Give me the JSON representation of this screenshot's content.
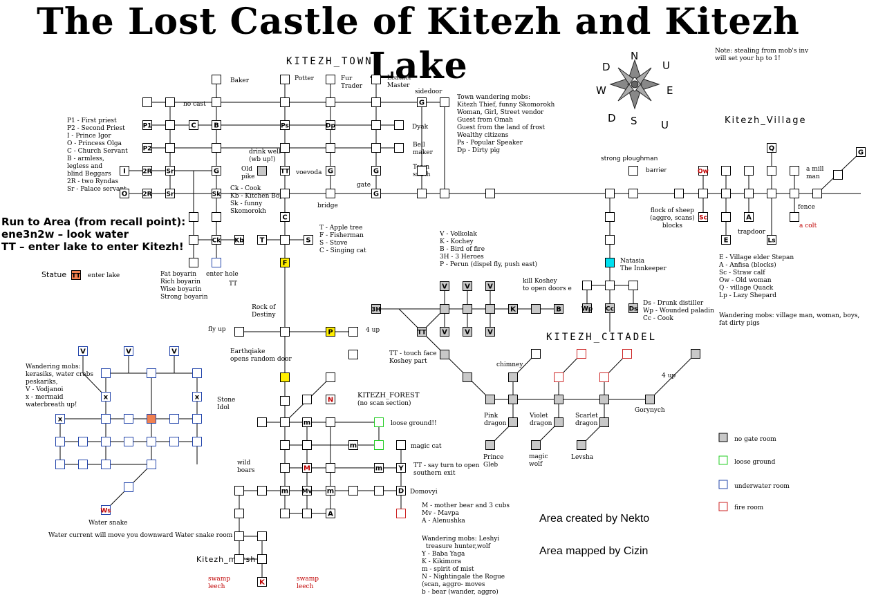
{
  "title": "The Lost Castle of Kitezh and Kitezh Lake",
  "sections": {
    "town": "KITEZH_TOWN",
    "village": "Kitezh_Village",
    "citadel": "KITEZH_CITADEL",
    "forest_title": "KITEZH_FOREST",
    "forest_sub": "(no scan section)",
    "marsh": "Kitezh_marsh"
  },
  "compass": {
    "n": "N",
    "s": "S",
    "e": "E",
    "w": "W",
    "d1": "D",
    "d2": "D",
    "u1": "U",
    "u2": "U"
  },
  "note": "Note: stealing from mob's inv\nwill set your hp to 1!",
  "run_to_area": "Run to Area (from recall point):\nene3n2w – look water\nTT – enter lake to enter Kitezh!",
  "statue": {
    "label": "Statue",
    "tt": "TT",
    "enter": "enter lake"
  },
  "legend": {
    "town_left": "P1 - First priest\nP2 - Second Priest\nI - Prince Igor\nO - Princess Olga\nC - Church Servant\nB - armless,\nlegless and\nblind Beggars\n2R - two Ryndas\nSr - Palace servant",
    "town_mid": "Ck - Cook\nKb - Kitchen Boy\nSk - funny\nSkomorokh",
    "town_wandering": "Town wandering mobs:\nKitezh Thief, funny Skomorokh\nWoman, Girl, Street vendor\nGuest from Omah\nGuest from the land of frost\nWealthy citizens\nPs - Popular Speaker\nDp - Dirty pig",
    "tfsc": "T - Apple tree\nF - Fisherman\nS - Stove\nC - Singing cat",
    "boyars": "Fat boyarin\nRich boyarin\nWise boyarin\nStrong boyarin",
    "citadel_mobs": "V - Volkolak\nK - Kochey\nB - Bird of fire\n3H - 3 Heroes\nP - Perun (dispel fly, push east)",
    "village_mobs": "E - Village elder Stepan\nA - Anfisa (blocks)\nSc - Straw calf\nOw - Old woman\nQ - village Quack\nLp - Lazy Shepard",
    "village_wandering": "Wandering mobs: village man, woman, boys,\nfat dirty pigs",
    "inn": "Ds - Drunk distiller\nWp - Wounded paladin\nCc - Cook",
    "lake_mobs": "Wandering mobs:\nkerasiks, water crabs\npeskariks,\nV - Vodjanoi\nx - mermaid\nwaterbreath up!",
    "forest_named": "M - mother bear and 3 cubs\nMv - Mavpa\nA - Alenushka",
    "forest_wandering": "Wandering mobs: Leshyi\n  treasure hunter,wolf\nY - Baba Yaga\nK - Kikimora\nm - spirit of mist\nN - Nightingale the Rogue\n(scan, aggro- moves\nb - bear (wander, aggro)"
  },
  "labels": {
    "baker": "Baker",
    "potter": "Potter",
    "fur": "Fur\nTrader",
    "leather": "Leather\nMaster",
    "sidedoor": "sidedoor",
    "nocast": "no cast",
    "dyak": "Dyak",
    "bell": "Bell\nmaker",
    "townsmith": "Town\nsmith",
    "drinkwell": "drink well\n(wb up!)",
    "oldpike": "Old\npike",
    "voevoda": "voevoda",
    "gate": "gate",
    "bridge": "bridge",
    "ploughman": "strong ploughman",
    "barrier": "barrier",
    "mill": "a mill\nman",
    "fence": "fence",
    "colt": "a colt",
    "sheep": "flock of sheep\n(aggro, scans)\nblocks",
    "trapdoor": "trapdoor",
    "natasia": "Natasia\nThe Innkeeper",
    "enterhole": "enter hole",
    "tt_small": "TT",
    "rock": "Rock of\nDestiny",
    "flyup": "fly up",
    "quake": "Earthqiake\nopens random door",
    "fourup1": "4 up",
    "killkoshey": "kill Koshey\nto open doors e",
    "touchface": "TT - touch face\nKoshey part",
    "chimney": "chimney",
    "fourup2": "4 up",
    "gorynych": "Gorynych",
    "pink": "Pink\ndragon",
    "violet": "Violet\ndragon",
    "scarlet": "Scarlet\ndragon",
    "prince": "Prince\nGleb",
    "magicwolf": "magic\nwolf",
    "levsha": "Levsha",
    "loose": "loose ground!!",
    "magiccat": "magic cat",
    "sayturn": "TT - say turn to open\nsouthern exit",
    "domovyi": "Domovyi",
    "wildboars": "wild\nboars",
    "stoneidol": "Stone\nIdol",
    "watersnake": "Water snake",
    "current": "Water current will move you downward Water snake room",
    "swamp1": "swamp\nleech",
    "swamp2": "swamp\nleech"
  },
  "key": {
    "nogate": "no gate room",
    "loose": "loose ground",
    "under": "underwater room",
    "fire": "fire room"
  },
  "credits": {
    "created": "Area created by Nekto",
    "mapped": "Area mapped by Cizin"
  },
  "rooms": {
    "P1": "P1",
    "P2": "P2",
    "C": "C",
    "B": "B",
    "Ps": "Ps",
    "Dp": "Dp",
    "G": "G",
    "I": "I",
    "O": "O",
    "R2": "2R",
    "Sr": "Sr",
    "Sk": "Sk",
    "TT": "TT",
    "Ck": "Ck",
    "Kb": "Kb",
    "T": "T",
    "S": "S",
    "F": "F",
    "P": "P",
    "H3": "3H",
    "V": "V",
    "K": "K",
    "Q": "Q",
    "Ow": "Ow",
    "Sc": "Sc",
    "A": "A",
    "E": "E",
    "Ls": "Ls",
    "Wp": "Wp",
    "Cc": "Cc",
    "Ds": "Ds",
    "x": "x",
    "Ws": "Ws",
    "N": "N",
    "m": "m",
    "M": "M",
    "Mv": "Mv",
    "Y": "Y",
    "D": "D"
  }
}
